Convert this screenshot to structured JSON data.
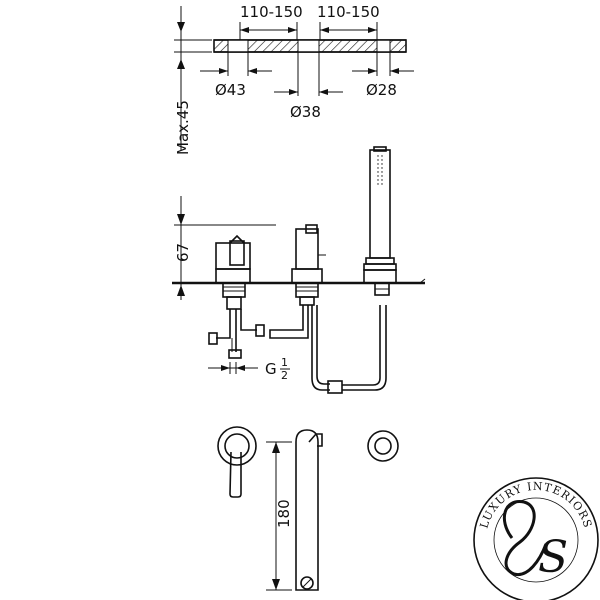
{
  "dimensions": {
    "spacing_left": "110-150",
    "spacing_right": "110-150",
    "max_deck": "Max.45",
    "dia_left": "Ø43",
    "dia_center": "Ø38",
    "dia_right": "Ø28",
    "height_top": "67",
    "thread_prefix": "G",
    "thread_num": "1",
    "thread_den": "2",
    "spout_height": "180"
  },
  "logo": {
    "ring_text": "LUXURY INTERIORS",
    "monogram": "S"
  },
  "colors": {
    "line": "#111111",
    "background": "#ffffff"
  }
}
